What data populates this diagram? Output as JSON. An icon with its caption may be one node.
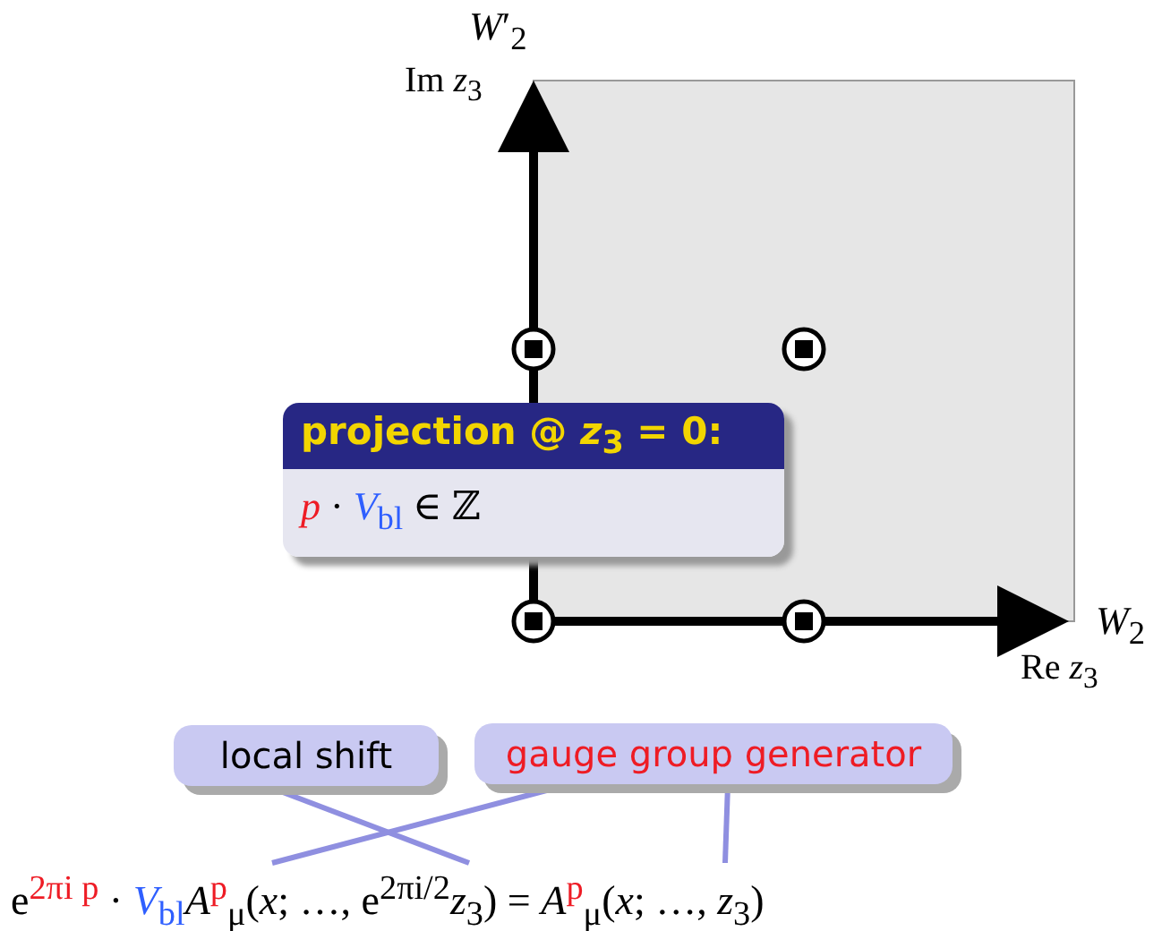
{
  "diagram": {
    "nodes": [
      {
        "text": [
          "projection @ *z*$_{3}$ = 0:",
          "*p* · *V*$_{bl}$ ∈ ℤ"
        ]
      },
      {
        "text": [
          "local shift"
        ]
      },
      {
        "text": [
          "gauge group generator"
        ]
      },
      {
        "text": [
          "e$^{2πi p}$ · *V*$_{bl}$*A*$^{p}$$_{μ}$(*x*; …, e$^{2πi/2}$*z*$_{3}$) = *A*$^{p}$$_{μ}$(*x*; …, *z*$_{3}$)"
        ]
      }
    ],
    "edges": [
      {
        "from": 1,
        "to": 3,
        "arrow": "none"
      },
      {
        "from": 2,
        "to": 3,
        "arrow": "none"
      },
      {
        "from": 2,
        "to": 3,
        "arrow": "none"
      }
    ],
    "labels": [
      "*W*′$_{2}$",
      "Im *z*$_{3}$",
      "*W*$_{2}$",
      "Re *z*$_{3}$"
    ]
  }
}
